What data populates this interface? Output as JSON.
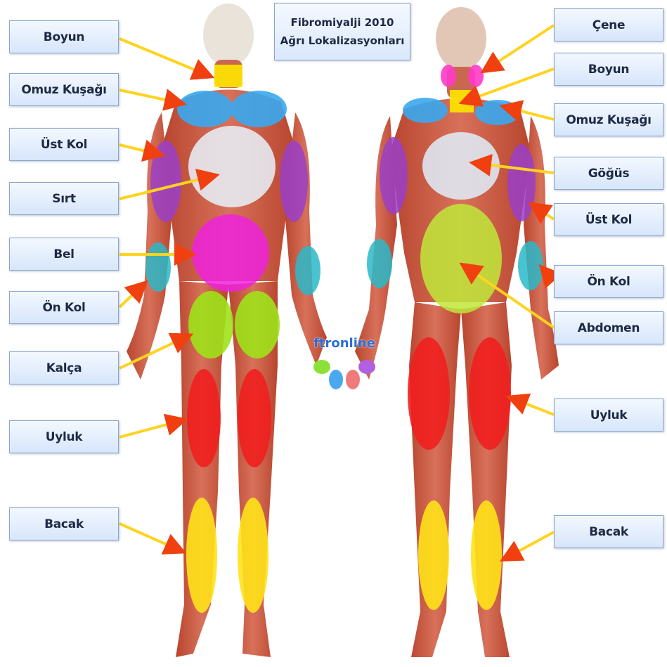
{
  "title": {
    "line1": "Fibromiyalji 2010",
    "line2": "Ağrı Lokalizasyonları"
  },
  "logo": {
    "text": "ftronline"
  },
  "colors": {
    "neck": "#ffe600",
    "shoulder": "#3aa8ef",
    "upper_arm": "#9a40c8",
    "back": "#e8f2fb",
    "lower_back": "#ee22dd",
    "forearm": "#2ab8c8",
    "hip": "#9fe21a",
    "thigh": "#ef1f1f",
    "leg": "#ffe21a",
    "jaw": "#ff3ac8",
    "chest": "#dfeffc",
    "abdomen": "#bfe83a",
    "arrow": "#ffd320",
    "arrow_head": "#f04010"
  },
  "labels_left": [
    {
      "id": "boyun",
      "text": "Boyun"
    },
    {
      "id": "omuz",
      "text": "Omuz Kuşağı"
    },
    {
      "id": "ustkol",
      "text": "Üst Kol"
    },
    {
      "id": "sirt",
      "text": "Sırt"
    },
    {
      "id": "bel",
      "text": "Bel"
    },
    {
      "id": "onkol",
      "text": "Ön Kol"
    },
    {
      "id": "kalca",
      "text": "Kalça"
    },
    {
      "id": "uyluk",
      "text": "Uyluk"
    },
    {
      "id": "bacak",
      "text": "Bacak"
    }
  ],
  "labels_right": [
    {
      "id": "cene",
      "text": "Çene"
    },
    {
      "id": "boyun",
      "text": "Boyun"
    },
    {
      "id": "omuz",
      "text": "Omuz Kuşağı"
    },
    {
      "id": "gogus",
      "text": "Göğüs"
    },
    {
      "id": "ustkol",
      "text": "Üst Kol"
    },
    {
      "id": "onkol",
      "text": "Ön Kol"
    },
    {
      "id": "abdomen",
      "text": "Abdomen"
    },
    {
      "id": "uyluk",
      "text": "Uyluk"
    },
    {
      "id": "bacak",
      "text": "Bacak"
    }
  ]
}
